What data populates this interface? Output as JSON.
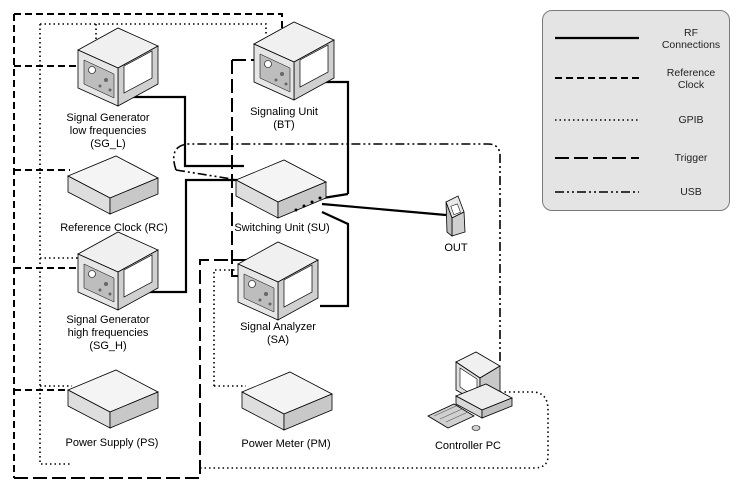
{
  "devices": {
    "sg_l": {
      "label": "Signal Generator\nlow frequencies\n(SG_L)"
    },
    "bt": {
      "label": "Signaling Unit\n(BT)"
    },
    "rc": {
      "label": "Reference Clock (RC)"
    },
    "su": {
      "label": "Switching Unit (SU)"
    },
    "out": {
      "label": "OUT"
    },
    "sg_h": {
      "label": "Signal Generator\nhigh frequencies\n(SG_H)"
    },
    "sa": {
      "label": "Signal Analyzer\n(SA)"
    },
    "ps": {
      "label": "Power Supply (PS)"
    },
    "pm": {
      "label": "Power Meter (PM)"
    },
    "pc": {
      "label": "Controller PC"
    }
  },
  "legend": {
    "items": [
      {
        "style": "solid",
        "label": "RF\nConnections"
      },
      {
        "style": "dashed",
        "label": "Reference\nClock"
      },
      {
        "style": "dotted",
        "label": "GPIB"
      },
      {
        "style": "long-dashed",
        "label": "Trigger"
      },
      {
        "style": "dash-dot-dot",
        "label": "USB"
      }
    ]
  },
  "colors": {
    "line": "#000000",
    "device_top": "#f2f2f2",
    "device_side": "#d6d6d6",
    "legend_bg": "#e4e4e4"
  }
}
